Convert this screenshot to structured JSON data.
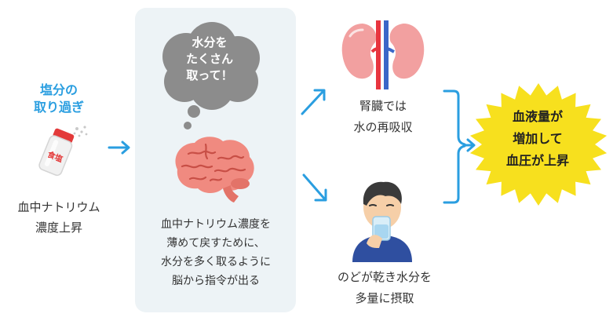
{
  "salt": {
    "heading": [
      "塩分の",
      "取り過ぎ"
    ],
    "shaker_label": "食塩",
    "caption": [
      "血中ナトリウム",
      "濃度上昇"
    ]
  },
  "brain": {
    "thought_bubble": [
      "水分を",
      "たくさん",
      "取って！"
    ],
    "caption": [
      "血中ナトリウム濃度を",
      "薄めて戻すために、",
      "水分を多く取るように",
      "脳から指令が出る"
    ]
  },
  "kidney": {
    "caption": [
      "腎臓では",
      "水の再吸収"
    ]
  },
  "person": {
    "caption": [
      "のどが乾き水分を",
      "多量に摂取"
    ]
  },
  "result": {
    "burst": [
      "血液量が",
      "増加して",
      "血圧が上昇"
    ]
  },
  "colors": {
    "accent_blue": "#2a9ee0",
    "panel_bg": "#edf3f6",
    "burst_yellow": "#f7e01e",
    "bubble_gray": "#8c8c8c",
    "brain_pink": "#f08a80",
    "kidney_pink": "#f2a0a0"
  },
  "icons": [
    "salt-shaker-icon",
    "brain-icon",
    "kidney-icon",
    "drinking-person-icon",
    "arrow-right-icon",
    "bracket-icon",
    "starburst-icon"
  ]
}
